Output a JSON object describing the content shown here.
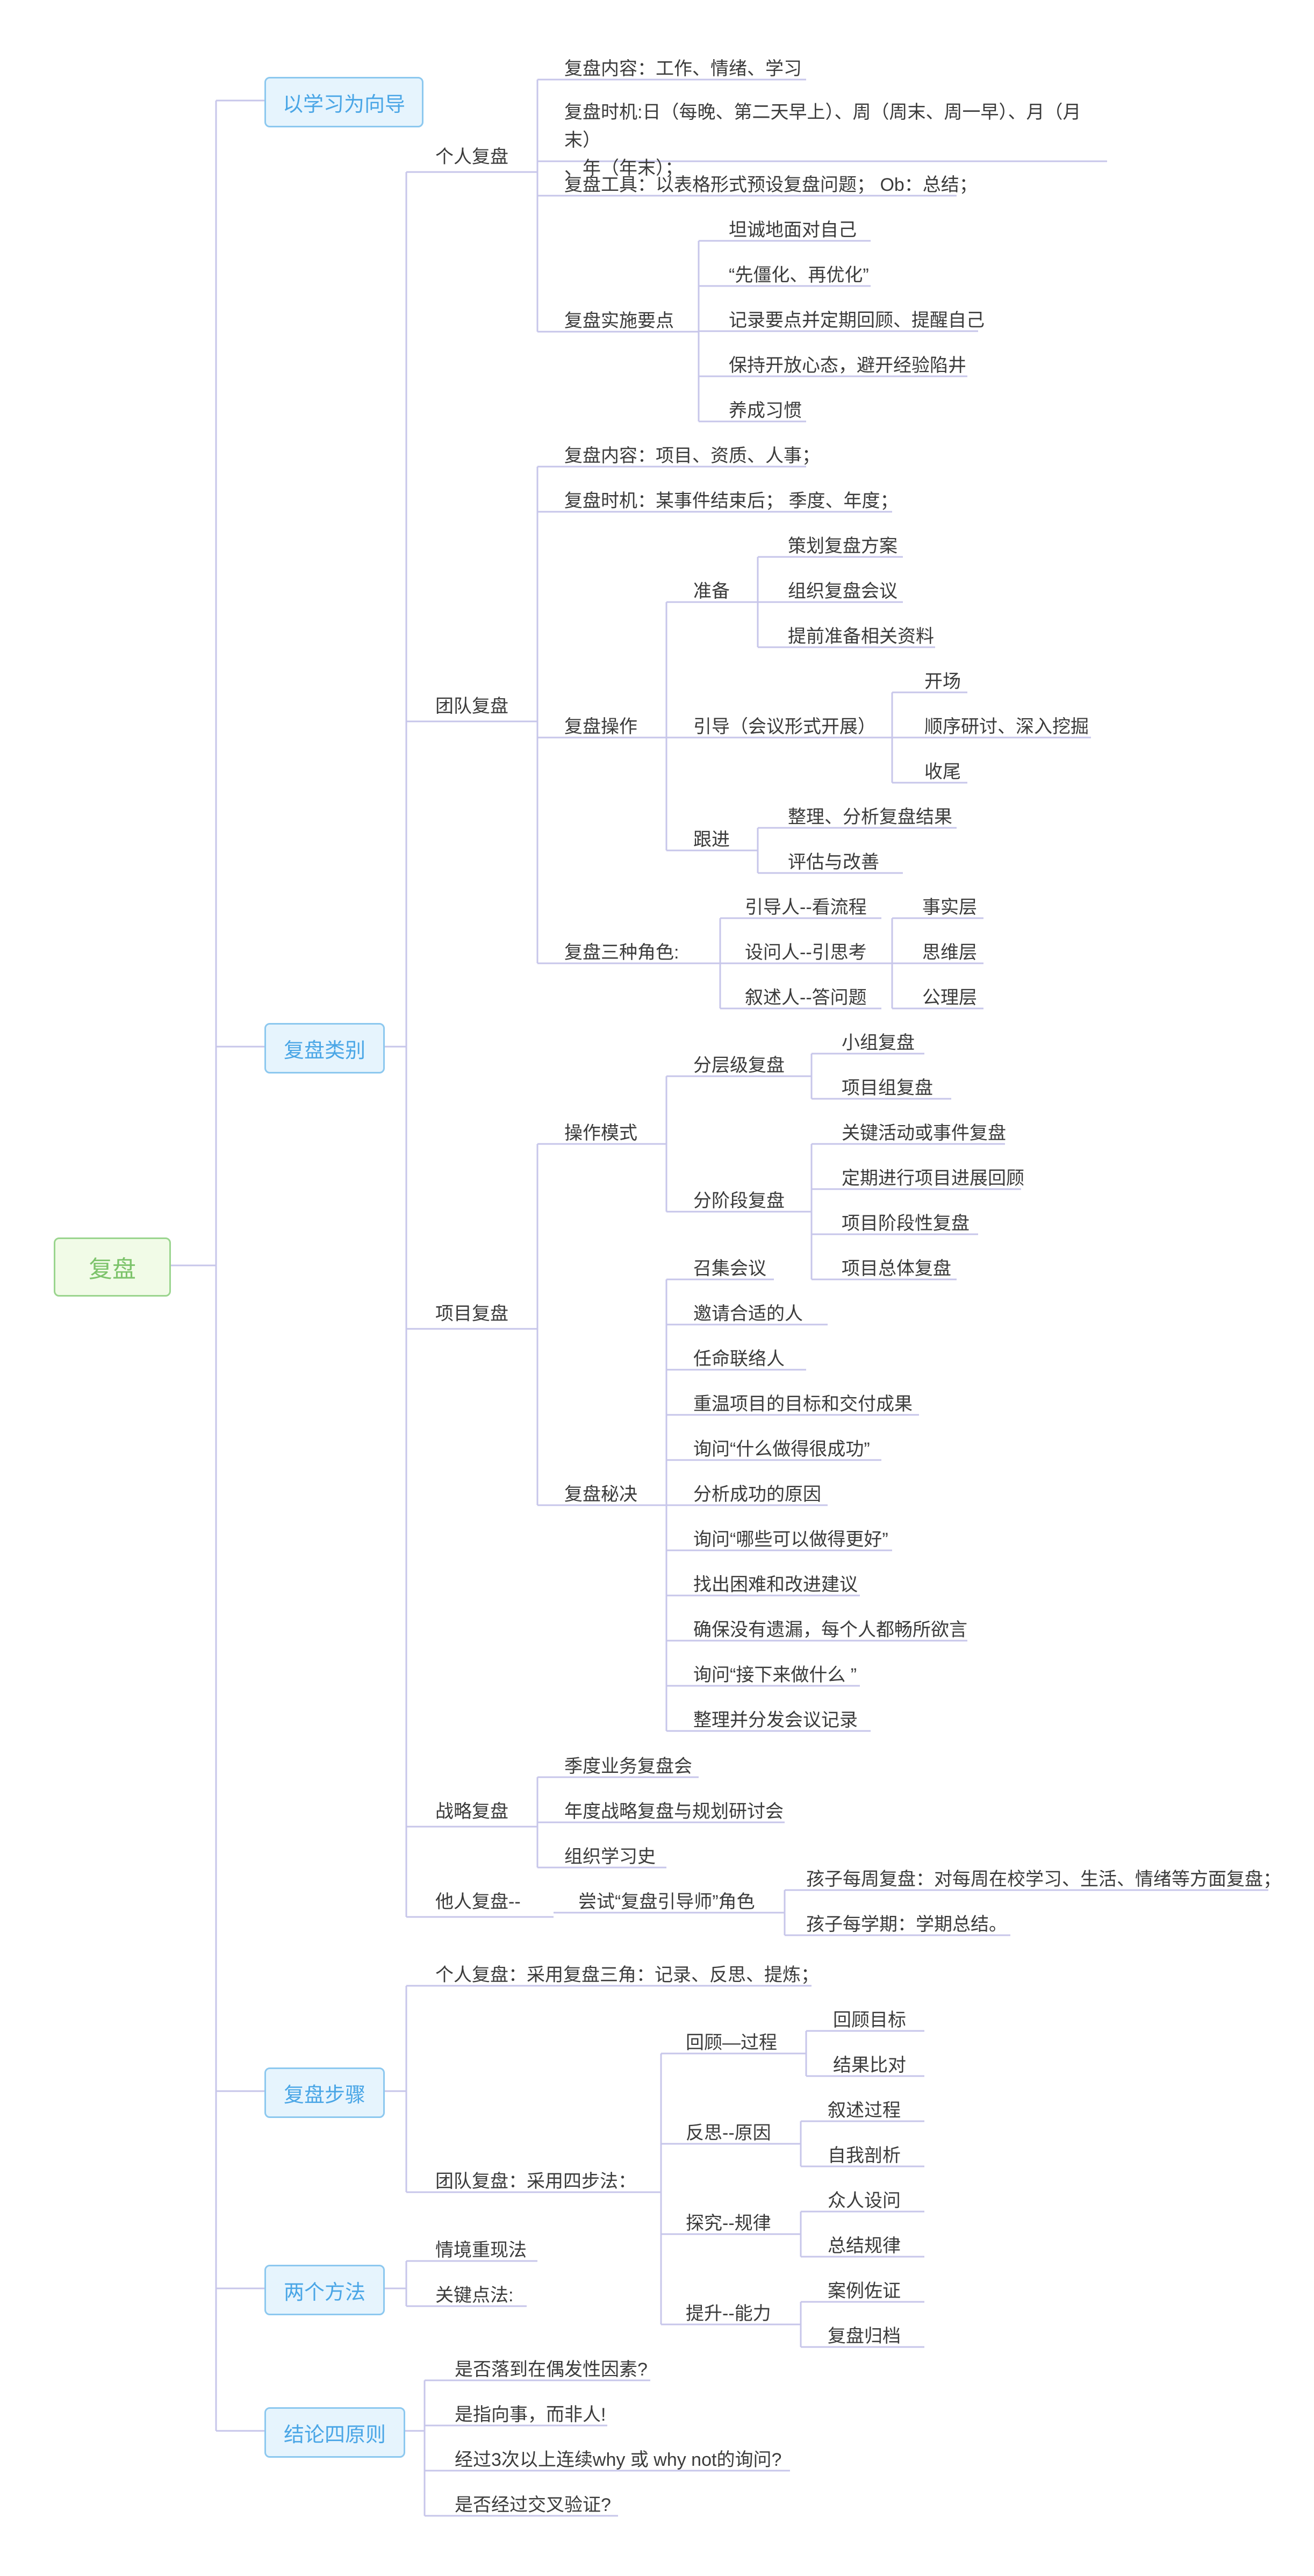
{
  "root": "复盘",
  "b1": {
    "label": "以学习为向导"
  },
  "b2": {
    "label": "复盘类别",
    "personal": {
      "label": "个人复盘",
      "content": "复盘内容：工作、情绪、学习",
      "timing_line1": "复盘时机:日（每晚、第二天早上）、周（周末、周一早）、月（月末）",
      "timing_line2": "、年（年末）；",
      "tools": "复盘工具：以表格形式预设复盘问题； Ob：总结；",
      "points": {
        "label": "复盘实施要点",
        "items": [
          "坦诚地面对自己",
          "“先僵化、再优化”",
          "记录要点并定期回顾、提醒自己",
          "保持开放心态，避开经验陷井",
          "养成习惯"
        ]
      }
    },
    "team": {
      "label": "团队复盘",
      "content": "复盘内容：项目、资质、人事；",
      "timing": "复盘时机：某事件结束后；  季度、年度；",
      "ops": {
        "label": "复盘操作",
        "prep": {
          "label": "准备",
          "items": [
            "策划复盘方案",
            "组织复盘会议",
            "提前准备相关资料"
          ]
        },
        "guide": {
          "label": "引导（会议形式开展）",
          "items": [
            "开场",
            "顺序研讨、深入挖掘",
            "收尾"
          ]
        },
        "follow": {
          "label": "跟进",
          "items": [
            "整理、分析复盘结果",
            "评估与改善"
          ]
        }
      },
      "roles": {
        "label": "复盘三种角色:",
        "items": [
          "引导人--看流程",
          "设问人--引思考",
          "叙述人--答问题"
        ],
        "layers": [
          "事实层",
          "思维层",
          "公理层"
        ]
      }
    },
    "project": {
      "label": "项目复盘",
      "mode": {
        "label": "操作模式",
        "tier": {
          "label": "分层级复盘",
          "items": [
            "小组复盘",
            "项目组复盘"
          ]
        },
        "stage": {
          "label": "分阶段复盘",
          "items": [
            "关键活动或事件复盘",
            "定期进行项目进展回顾",
            "项目阶段性复盘",
            "项目总体复盘"
          ]
        }
      },
      "secrets": {
        "label": "复盘秘决",
        "items": [
          "召集会议",
          "邀请合适的人",
          "任命联络人",
          "重温项目的目标和交付成果",
          "询问“什么做得很成功”",
          "分析成功的原因",
          "询问“哪些可以做得更好”",
          "找出困难和改进建议",
          "确保没有遗漏，每个人都畅所欲言",
          "询问“接下来做什么 ”",
          "整理并分发会议记录"
        ]
      }
    },
    "strategy": {
      "label": "战略复盘",
      "items": [
        "季度业务复盘会",
        "年度战略复盘与规划研讨会",
        "组织学习史"
      ]
    },
    "others": {
      "label": "他人复盘--",
      "sub": "尝试“复盘引导师”角色",
      "items": [
        "孩子每周复盘：对每周在校学习、生活、情绪等方面复盘；",
        "孩子每学期：学期总结。"
      ]
    }
  },
  "b3": {
    "label": "复盘步骤",
    "personal": "个人复盘：采用复盘三角：记录、反思、提炼；",
    "team": {
      "label": "团队复盘：采用四步法：",
      "steps": [
        {
          "label": "回顾—过程",
          "items": [
            "回顾目标",
            "结果比对"
          ]
        },
        {
          "label": "反思--原因",
          "items": [
            "叙述过程",
            "自我剖析"
          ]
        },
        {
          "label": "探究--规律",
          "items": [
            "众人设问",
            "总结规律"
          ]
        },
        {
          "label": "提升--能力",
          "items": [
            "案例佐证",
            "复盘归档"
          ]
        }
      ]
    }
  },
  "b4": {
    "label": "两个方法",
    "items": [
      "情境重现法",
      "关键点法:"
    ]
  },
  "b5": {
    "label": "结论四原则",
    "items": [
      "是否落到在偶发性因素?",
      "是指向事，而非人!",
      "经过3次以上连续why  或  why not的询问?",
      "是否经过交叉验证?"
    ]
  }
}
